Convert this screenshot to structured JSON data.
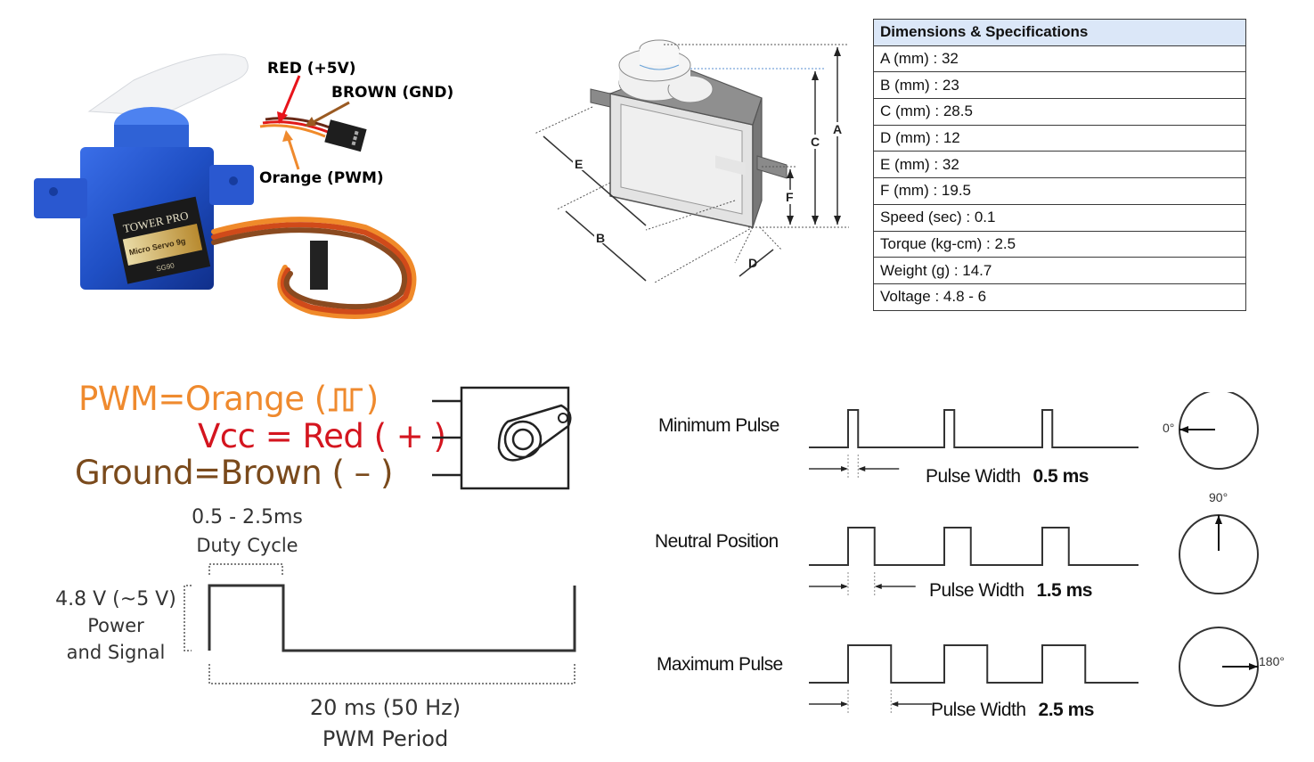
{
  "product_photo": {
    "brand_label": "TOWER PRO",
    "model_label": "Micro Servo 9g",
    "part_label": "SG90",
    "wire_labels": [
      {
        "id": "red",
        "text": "RED (+5V)",
        "color": "#e8141b"
      },
      {
        "id": "brown",
        "text": "BROWN (GND)",
        "color": "#9a5a22"
      },
      {
        "id": "orange",
        "text": "Orange (PWM)",
        "color": "#ef8a2e"
      }
    ]
  },
  "dimension_drawing": {
    "labels": [
      "A",
      "B",
      "C",
      "D",
      "E",
      "F"
    ]
  },
  "spec_table": {
    "header": "Dimensions & Specifications",
    "rows": [
      "A (mm) : 32",
      "B (mm) : 23",
      "C (mm) : 28.5",
      "D (mm) : 12",
      "E (mm) : 32",
      "F (mm) : 19.5",
      "Speed (sec) : 0.1",
      "Torque (kg-cm) : 2.5",
      "Weight (g) : 14.7",
      "Voltage : 4.8 - 6"
    ]
  },
  "wiring_legend": {
    "lines": [
      {
        "id": "pwm",
        "text": "PWM=Orange (⎍⎍)",
        "display": "PWM=Orange (",
        "suffix": ")",
        "color": "#ef8a2e"
      },
      {
        "id": "vcc",
        "text": "Vcc = Red ( + )",
        "color": "#d4151f"
      },
      {
        "id": "ground",
        "text": "Ground=Brown ( – )",
        "color": "#7a4a1c"
      }
    ]
  },
  "pwm_period": {
    "duty_range": "0.5  -  2.5ms",
    "duty_label": "Duty Cycle",
    "voltage": "4.8 V (~5 V)",
    "voltage_sub1": "Power",
    "voltage_sub2": "and Signal",
    "period": "20 ms (50 Hz)",
    "period_label": "PWM Period"
  },
  "pulse_timing": {
    "rows": [
      {
        "label": "Minimum Pulse",
        "pw_text": "Pulse Width",
        "pw_value": "0.5 ms",
        "pulse_ms": 0.5,
        "angle": "0°",
        "angle_deg": 0
      },
      {
        "label": "Neutral Position",
        "pw_text": "Pulse Width",
        "pw_value": "1.5 ms",
        "pulse_ms": 1.5,
        "angle": "90°",
        "angle_deg": 90
      },
      {
        "label": "Maximum Pulse",
        "pw_text": "Pulse Width",
        "pw_value": "2.5 ms",
        "pulse_ms": 2.5,
        "angle": "180°",
        "angle_deg": 180
      }
    ]
  }
}
